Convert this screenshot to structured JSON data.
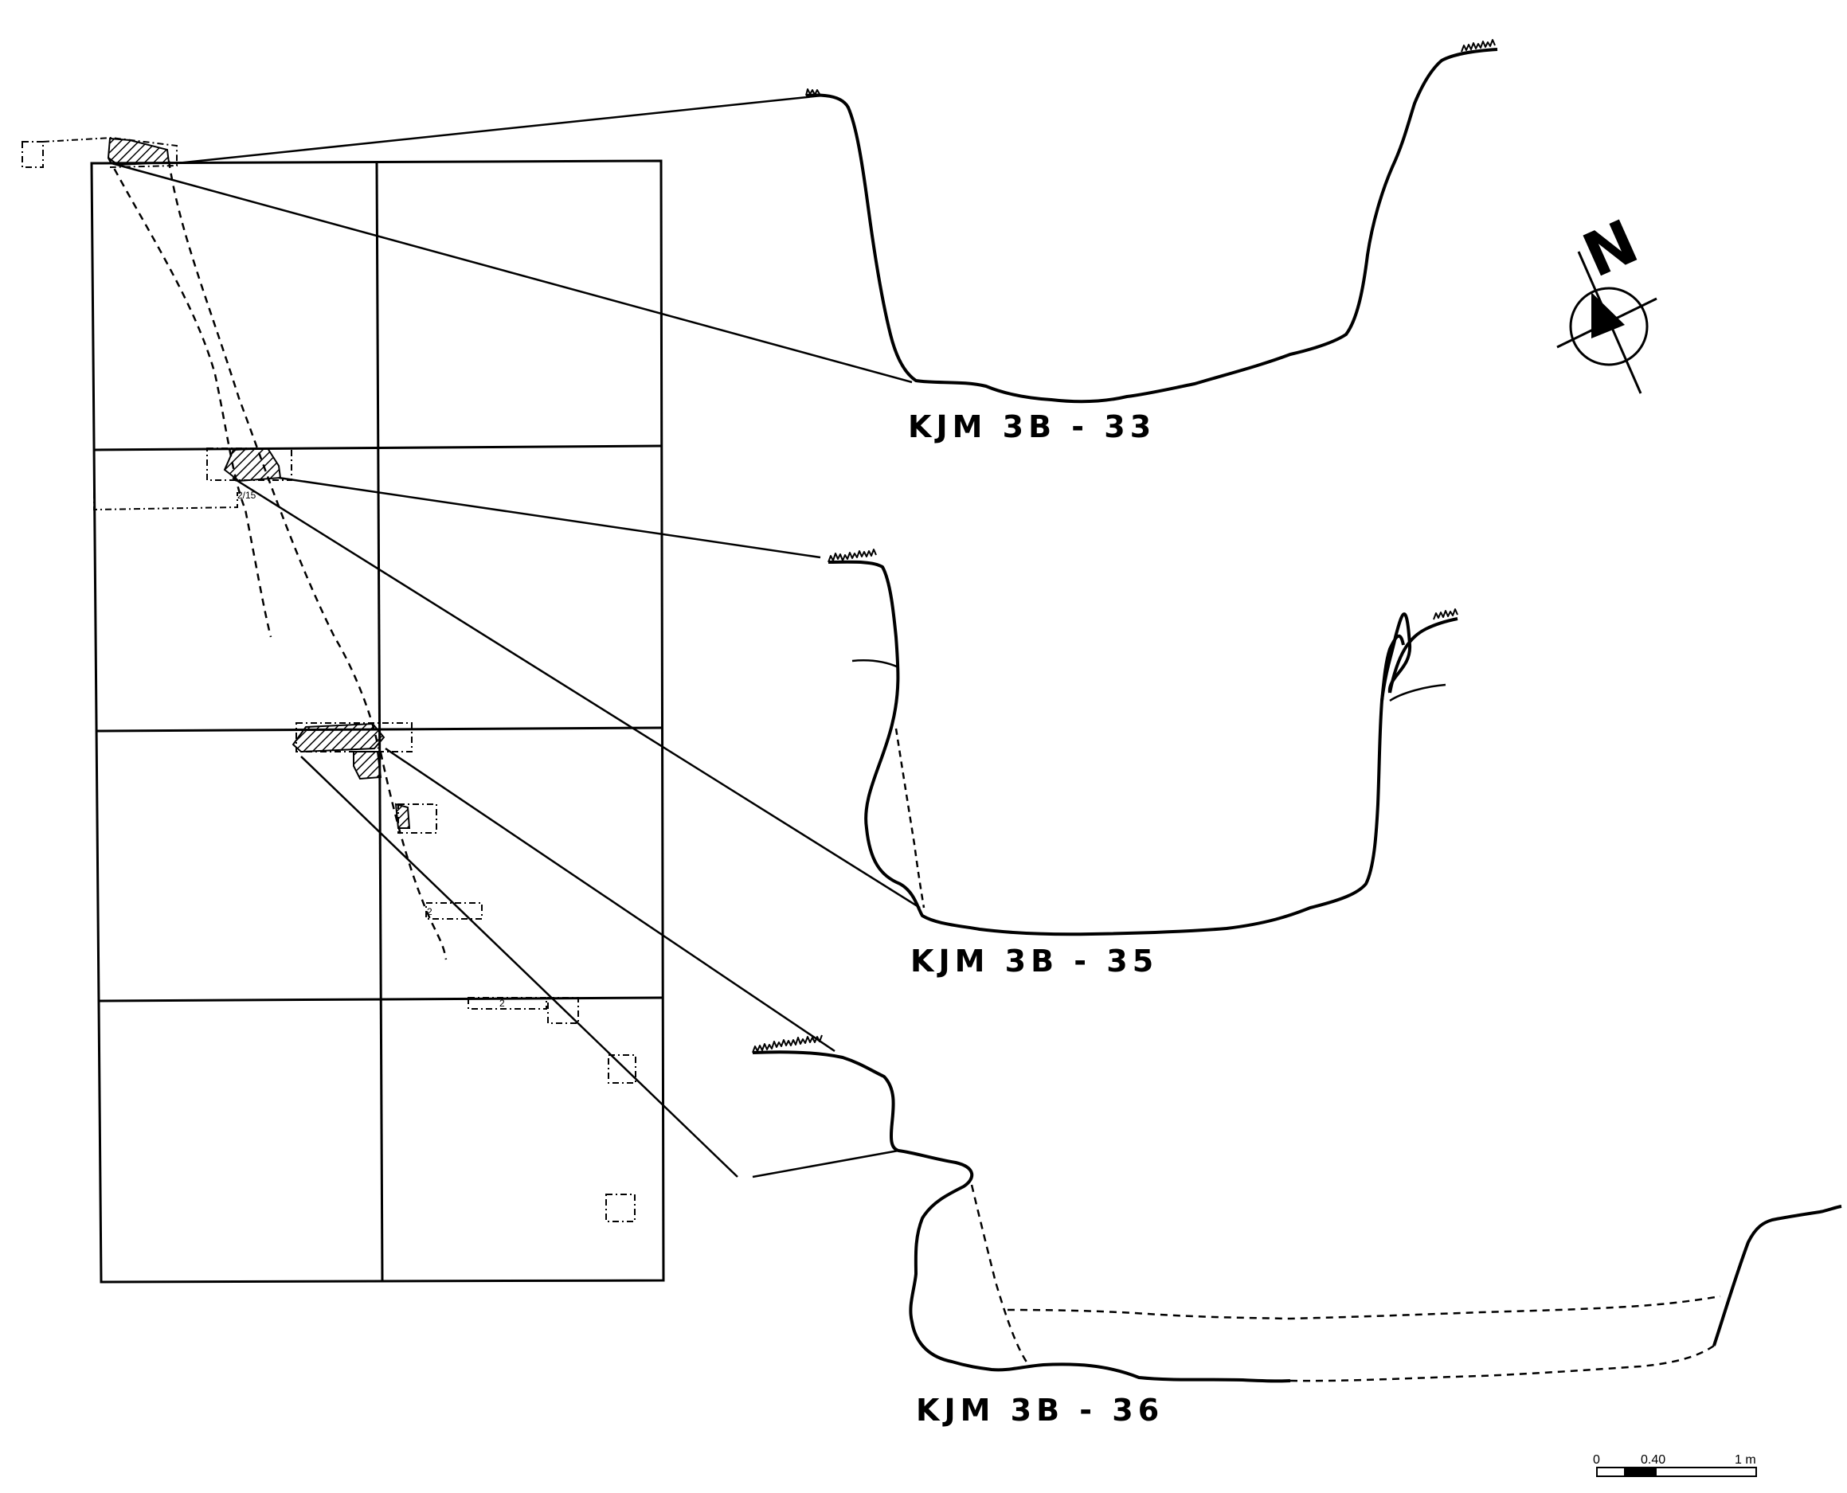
{
  "sections": [
    {
      "id": "kjm-3b-33",
      "label": "KJM 3B - 33"
    },
    {
      "id": "kjm-3b-35",
      "label": "KJM 3B - 35"
    },
    {
      "id": "kjm-3b-36",
      "label": "KJM 3B - 36"
    }
  ],
  "north_arrow": {
    "letter": "N"
  },
  "scale_bar": {
    "ticks": [
      "0",
      "0.40",
      "1 m"
    ]
  },
  "plan_marks": {
    "mark_a": "2/15",
    "mark_b": "2",
    "mark_c": "2"
  }
}
